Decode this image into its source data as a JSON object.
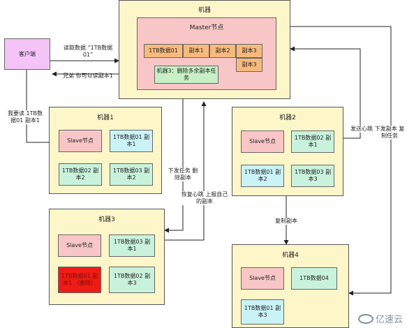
{
  "master_machine": {
    "title": "机器",
    "master_node": {
      "title": "Master节点",
      "cells": [
        "1TB数据01",
        "副本1",
        "副本2",
        "副本3"
      ],
      "extra_cell": "副本3",
      "instruction": "机器3：删除多余副本任务"
    }
  },
  "client": {
    "label": "客户端"
  },
  "machine1": {
    "title": "机器1",
    "nodes": [
      "Slave节点",
      "1TB数据01 副本1",
      "1TB数据02 副本2",
      "1TB数据03 副本2"
    ]
  },
  "machine2": {
    "title": "机器2",
    "nodes": [
      "Slave节点",
      "1TB数据02 副本1",
      "1TB数据01 副本2",
      "1TB数据03 副本3"
    ]
  },
  "machine3": {
    "title": "机器3",
    "nodes": [
      "Slave节点",
      "1TB数据03 副本1",
      "1TB数据01 副本1 （删除）",
      "1TB数据02 副本3"
    ]
  },
  "machine4": {
    "title": "机器4",
    "nodes": [
      "Slave节点",
      "1TB数据04",
      "1TB数据01 副本3"
    ]
  },
  "edge_labels": {
    "read_request": "读取数据 “1TB数据01”",
    "reply": "兄弟 你可以读副本1",
    "client_read": "我要读 1TB数据01 副本1",
    "dispatch_delete": "下发任务 删除副本",
    "heartbeat_report": "恢复心跳 上报自己的副本",
    "heartbeat": "发送心跳",
    "dispatch_copy": "下发副本 复制任务",
    "copy_replica": "复制副本"
  },
  "watermark": "亿速云",
  "colors": {
    "machine_bg": "#fdf6c9",
    "master_bg": "#f8c6c6",
    "replica_cell": "#f8ba7c",
    "slave_node": "#f8c6c6",
    "data_cyan": "#c9f3f7",
    "data_mint": "#c9f2dc",
    "client_bg": "#f4c3f7",
    "deleted": "#ee1b16"
  }
}
